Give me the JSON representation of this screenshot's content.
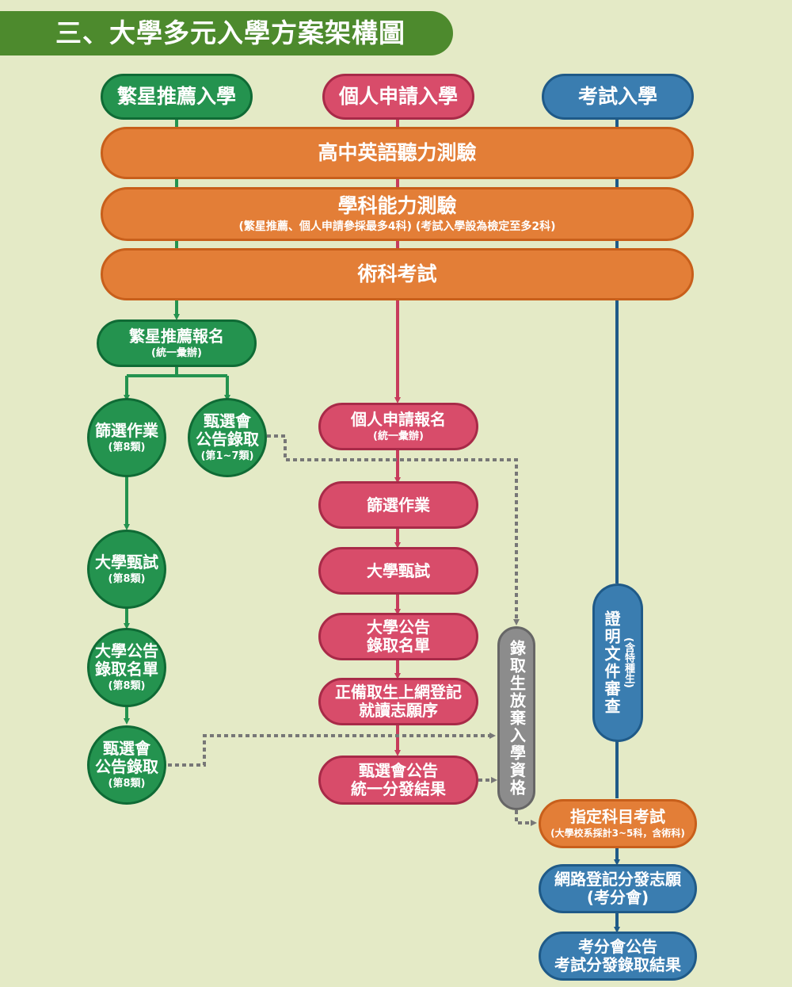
{
  "title": "三、大學多元入學方案架構圖",
  "colors": {
    "green": "#24934f",
    "pink": "#d84c6a",
    "blue": "#3a7db0",
    "orange": "#e37e37",
    "gray": "#8c8c8c",
    "background": "#e4eac6"
  },
  "routes": {
    "star": "繁星推薦入學",
    "personal": "個人申請入學",
    "exam": "考試入學"
  },
  "common_tests": {
    "english_listening": "高中英語聽力測驗",
    "gsat": "學科能力測驗",
    "gsat_note": "(繁星推薦、個人申請參採最多4科) (考試入學設為檢定至多2科)",
    "arts": "術科考試"
  },
  "star_track": {
    "register": "繁星推薦報名",
    "register_note": "(統一彙辦)",
    "screening": "篩選作業",
    "screening_note": "(第8類)",
    "assign_1_7_l1": "甄選會",
    "assign_1_7_l2": "公告錄取",
    "assign_1_7_note": "(第1~7類)",
    "interview": "大學甄試",
    "interview_note": "(第8類)",
    "admit_l1": "大學公告",
    "admit_l2": "錄取名單",
    "admit_note": "(第8類)",
    "assign_8_l1": "甄選會",
    "assign_8_l2": "公告錄取",
    "assign_8_note": "(第8類)"
  },
  "personal_track": {
    "register": "個人申請報名",
    "register_note": "(統一彙辦)",
    "screening": "篩選作業",
    "interview": "大學甄試",
    "admit_l1": "大學公告",
    "admit_l2": "錄取名單",
    "online_l1": "正備取生上網登記",
    "online_l2": "就讀志願序",
    "dist_l1": "甄選會公告",
    "dist_l2": "統一分發結果"
  },
  "waive": "錄取生放棄入學資格",
  "exam_track": {
    "docs": "證明文件審查",
    "docs_note": "(含特種生)",
    "ast": "指定科目考試",
    "ast_note": "(大學校系採計3~5科，含術科)",
    "register_l1": "網路登記分發志願",
    "register_l2": "(考分會)",
    "result_l1": "考分會公告",
    "result_l2": "考試分發錄取結果"
  }
}
